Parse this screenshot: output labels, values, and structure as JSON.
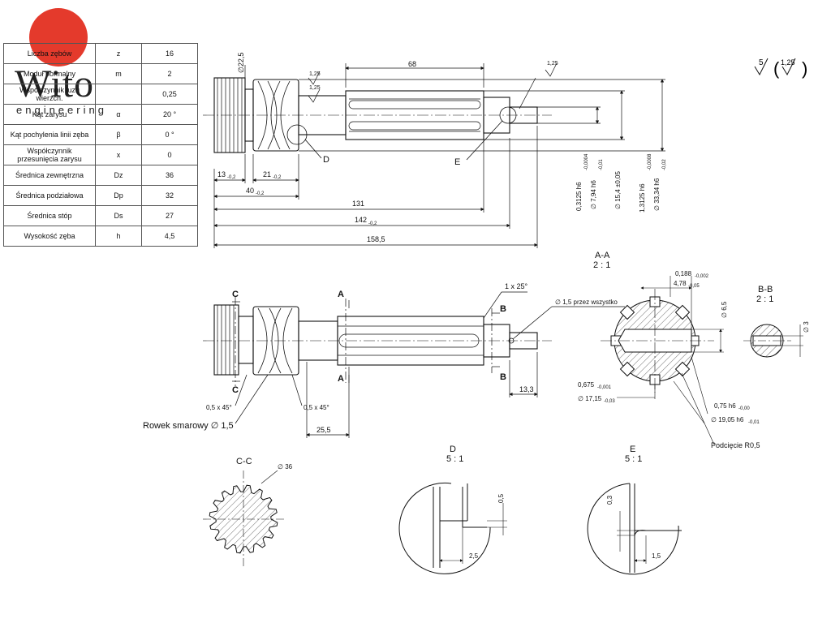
{
  "logo": {
    "word": "Wito",
    "sub": "engineering"
  },
  "params_table": {
    "rows": [
      {
        "name": "Liczba zębów",
        "symbol": "z",
        "value": "16"
      },
      {
        "name": "Moduł normalny",
        "symbol": "m",
        "value": "2"
      },
      {
        "name": "Współczynnik luzu wierzch.",
        "symbol": "",
        "value": "0,25"
      },
      {
        "name": "Kąt zarysu",
        "symbol": "α",
        "value": "20 °"
      },
      {
        "name": "Kąt pochylenia linii zęba",
        "symbol": "β",
        "value": "0 °"
      },
      {
        "name": "Współczynnik przesunięcia zarysu",
        "symbol": "x",
        "value": "0"
      },
      {
        "name": "Średnica zewnętrzna",
        "symbol": "Dz",
        "value": "36"
      },
      {
        "name": "Średnica podziałowa",
        "symbol": "Dp",
        "value": "32"
      },
      {
        "name": "Średnica stóp",
        "symbol": "Ds",
        "value": "27"
      },
      {
        "name": "Wysokość zęba",
        "symbol": "h",
        "value": "4,5"
      }
    ]
  },
  "roughness": {
    "general": "5",
    "other": "1,25"
  },
  "top_view": {
    "dia_left": "∅22,5",
    "rough1": "1,25",
    "rough2": "1,25",
    "rough3": "1,25",
    "dim_68": "68",
    "label_d": "D",
    "label_e": "E",
    "dim_13": "13",
    "dim_13_tol": "-0,2",
    "dim_21": "21",
    "dim_21_tol": "-0,2",
    "dim_40": "40",
    "dim_40_tol": "-0,2",
    "dim_131": "131",
    "dim_142": "142",
    "dim_142_tol": "-0,2",
    "dim_158": "158,5",
    "vd1": "0,3125 h6",
    "vd1_tol": "-0,0004",
    "vd2": "∅ 7,94 h6",
    "vd2_tol": "-0,01",
    "vd3": "∅ 15,4 ±0,05",
    "vd4": "1,3125 h6",
    "vd4_tol": "-0,0008",
    "vd5": "∅ 33,34 h6",
    "vd5_tol": "-0,02"
  },
  "mid_view": {
    "label_c": "C",
    "label_a": "A",
    "label_b": "B",
    "chamfer_top": "1 x 25°",
    "hole_note": "∅ 1,5 przez wszystko",
    "chamfer1": "0,5 x 45°",
    "chamfer2": "0,5 x 45°",
    "groove": "Rowek smarowy ∅ 1,5",
    "dim_25": "25,5",
    "dim_13_3": "13,3"
  },
  "section_aa": {
    "title": "A-A",
    "scale": "2 : 1",
    "d1": "0,188",
    "d1_tol": "-0,002",
    "d2": "4,78",
    "d2_tol": "-0,05",
    "d3": "∅ 6,5",
    "d4": "0,675",
    "d4_tol": "-0,001",
    "d5": "∅ 17,15",
    "d5_tol": "-0,03",
    "d6": "0,75 h6",
    "d6_tol": "-0,00",
    "d7": "∅ 19,05 h6",
    "d7_tol": "-0,01",
    "undercut": "Podcięcie R0,5"
  },
  "section_bb": {
    "title": "B-B",
    "scale": "2 : 1",
    "dim": "∅ 3"
  },
  "section_cc": {
    "title": "C-C",
    "dim": "∅ 36"
  },
  "detail_d": {
    "title": "D",
    "scale": "5 : 1",
    "dim1": "0,5",
    "dim2": "2,5"
  },
  "detail_e": {
    "title": "E",
    "scale": "5 : 1",
    "dim1": "0,3",
    "dim2": "1,5"
  }
}
